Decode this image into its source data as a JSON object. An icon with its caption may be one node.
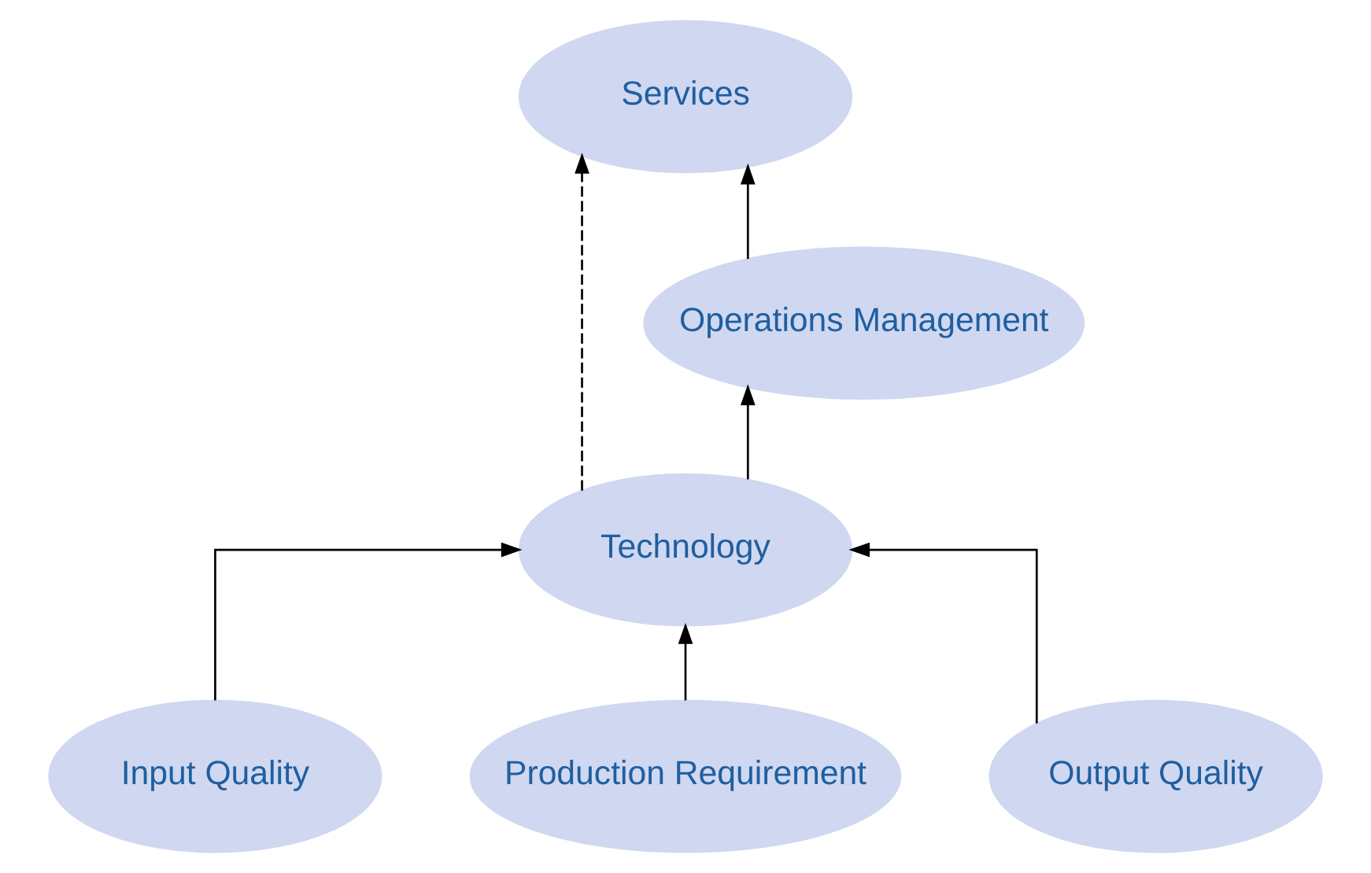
{
  "diagram": {
    "nodes": [
      {
        "text": [
          "Services"
        ]
      },
      {
        "text": [
          "Operations Management"
        ]
      },
      {
        "text": [
          "Technology"
        ]
      },
      {
        "text": [
          "Input Quality"
        ]
      },
      {
        "text": [
          "Production Requirement"
        ]
      },
      {
        "text": [
          "Output Quality"
        ]
      }
    ],
    "edges": [
      {
        "from": 1,
        "to": 0,
        "arrow": "to"
      },
      {
        "from": 2,
        "to": 1,
        "arrow": "to"
      },
      {
        "from": 2,
        "to": 0,
        "arrow": "to",
        "style": "dashed"
      },
      {
        "from": 3,
        "to": 2,
        "arrow": "to"
      },
      {
        "from": 4,
        "to": 2,
        "arrow": "to"
      },
      {
        "from": 5,
        "to": 2,
        "arrow": "to"
      }
    ]
  }
}
